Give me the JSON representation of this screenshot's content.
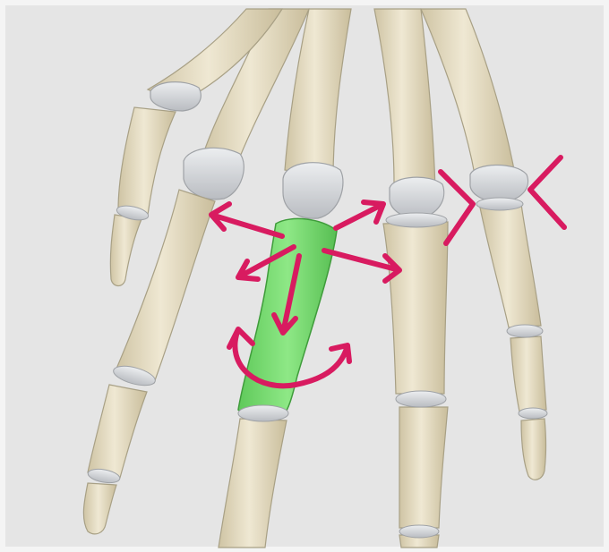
{
  "image": {
    "subject": "hand-skeleton-anatomy",
    "highlighted_bone": "proximal-phalanx-middle-finger",
    "highlight_color": "#7fe07a",
    "bone_color": "#e7dfc6",
    "cartilage_color": "#d8dadd",
    "background_color": "#e5e5e5",
    "arrow_color": "#d81b60",
    "frame_color": "#f2f2f2"
  },
  "annotations": {
    "movement_arrows": [
      "flexion-arrow",
      "radial-deviation-arrow",
      "ulnar-deviation-arrow",
      "proximal-radial-arrow",
      "proximal-ulnar-arrow"
    ],
    "rotation_arrow": "axial-rotation-arrow",
    "joint_marker": "restricted-joint-marker"
  }
}
